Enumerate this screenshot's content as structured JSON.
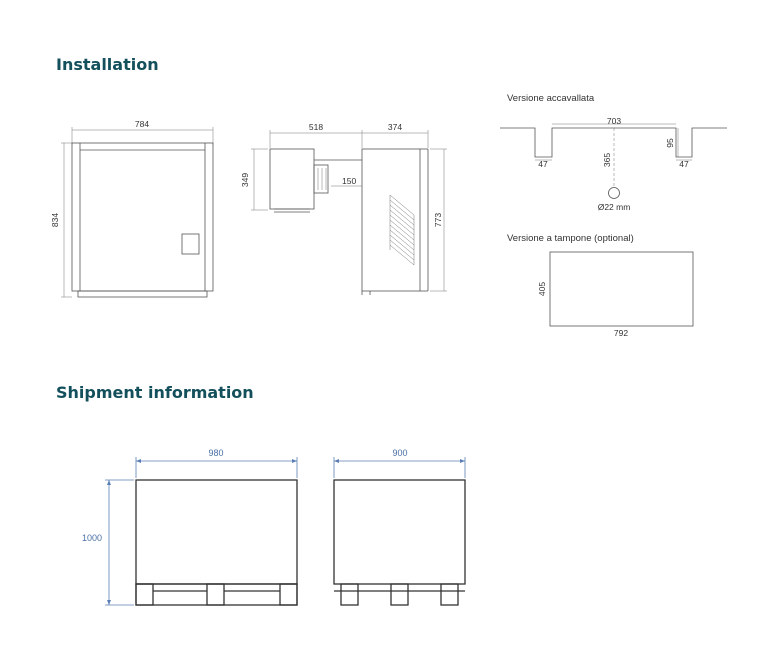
{
  "sections": {
    "installation": "Installation",
    "shipment": "Shipment information"
  },
  "front_view": {
    "width": "784",
    "height": "834"
  },
  "side_view": {
    "width_left": "518",
    "width_right": "374",
    "height_left": "349",
    "depth": "150",
    "height_right": "773"
  },
  "versione_accavallata": {
    "caption": "Versione accavallata",
    "width": "703",
    "left_notch": "47",
    "right_notch": "47",
    "right_height": "95",
    "center_height": "365",
    "diameter": "Ø22 mm"
  },
  "versione_tampone": {
    "caption": "Versione a tampone (optional)",
    "height": "405",
    "width": "792"
  },
  "shipment": {
    "front_width": "980",
    "side_width": "900",
    "height": "1000"
  },
  "colors": {
    "title": "#13505b",
    "shipment_dim": "#4a6fa5"
  }
}
